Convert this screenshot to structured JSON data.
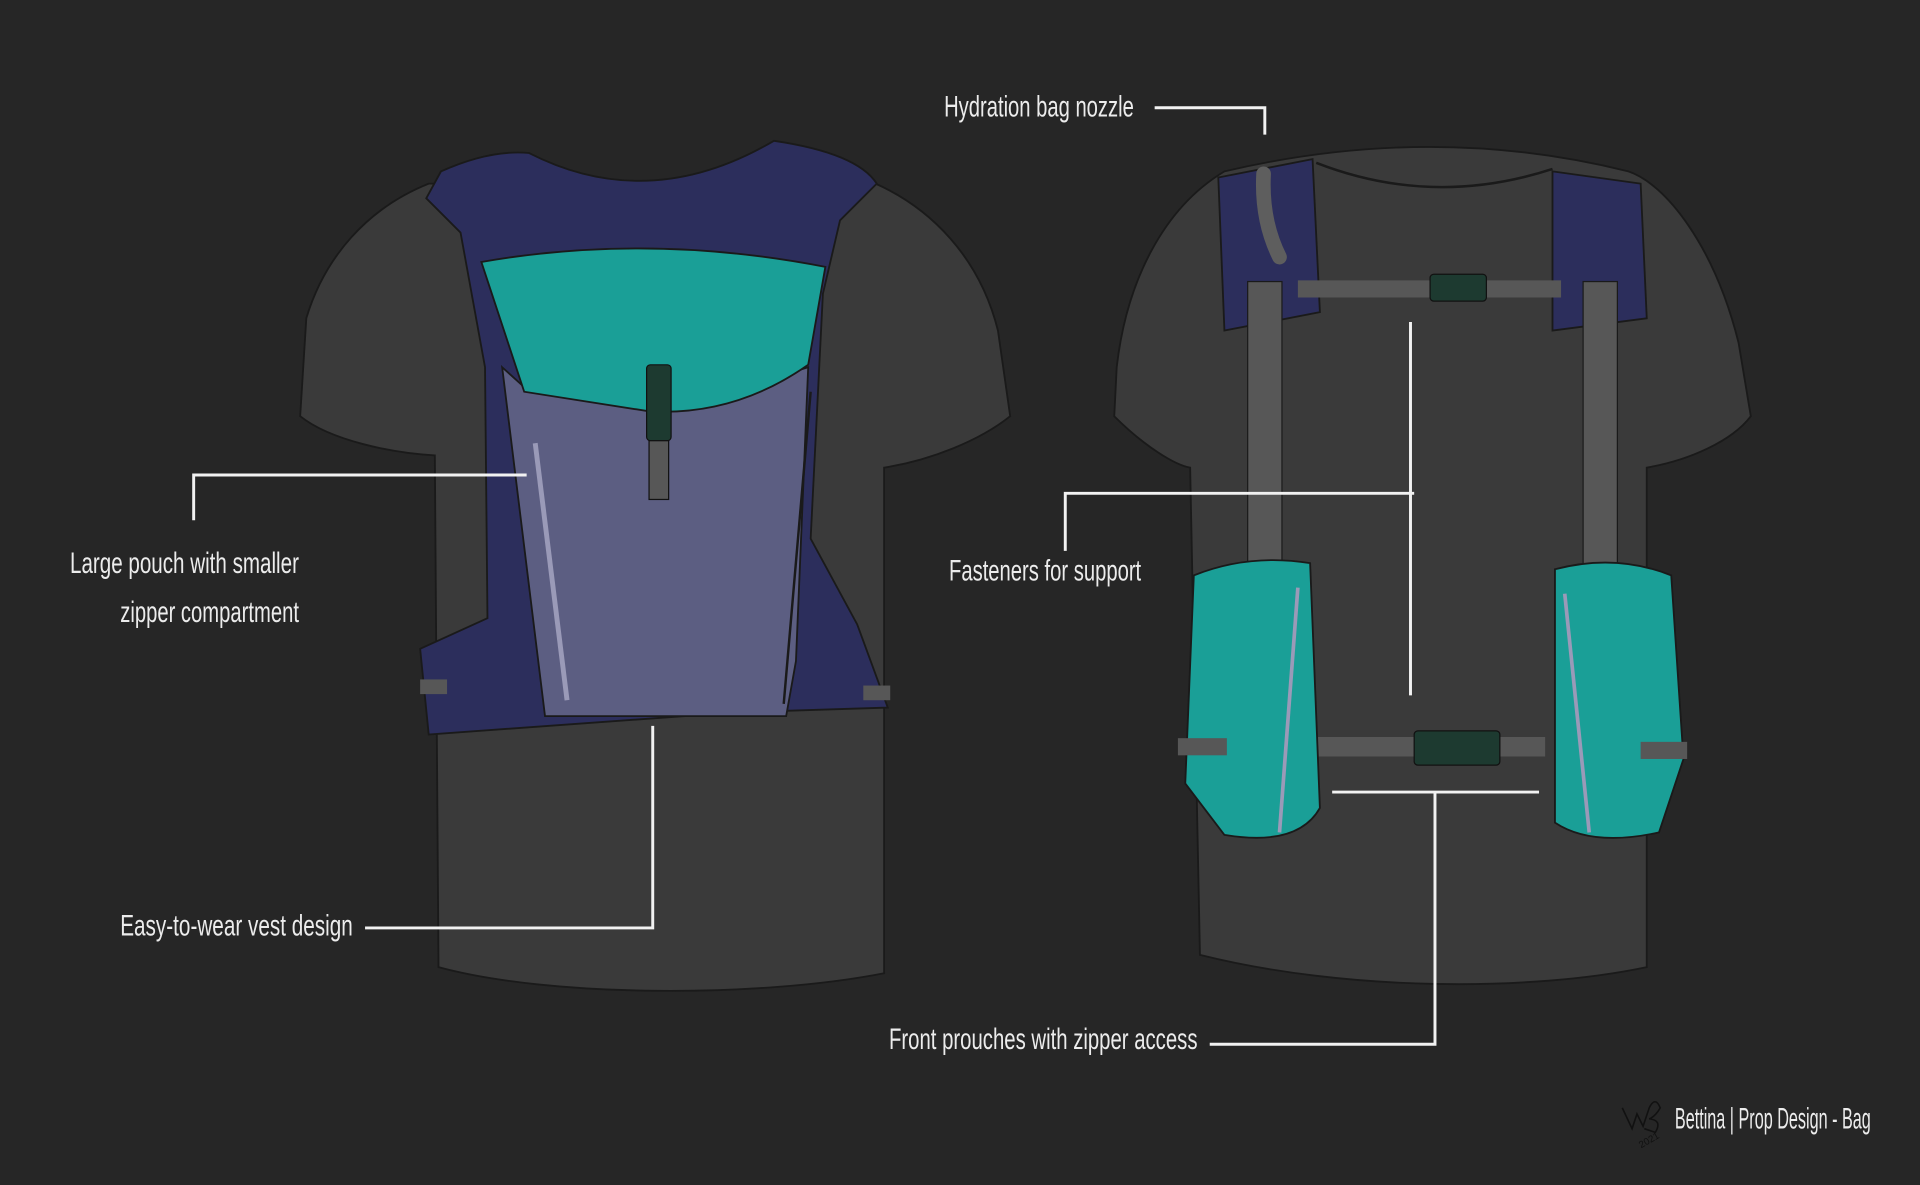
{
  "colors": {
    "background": "#262626",
    "shirt": "#3a3a3a",
    "vest_navy": "#2c2e5c",
    "pouch_teal": "#1a9f97",
    "pouch_gray": "#5c5e82",
    "strap_gray": "#575757",
    "buckle_green": "#1d3a30",
    "callout_line": "#f2f2f2"
  },
  "callouts": {
    "large_pouch": {
      "line1": "Large pouch with smaller",
      "line2": "zipper compartment"
    },
    "vest_design": "Easy-to-wear vest design",
    "hydration": "Hydration bag nozzle",
    "fasteners": "Fasteners for support",
    "front_pouches": "Front prouches with zipper access"
  },
  "footer": {
    "signature": "2021",
    "title": "Bettina | Prop Design - Bag"
  }
}
